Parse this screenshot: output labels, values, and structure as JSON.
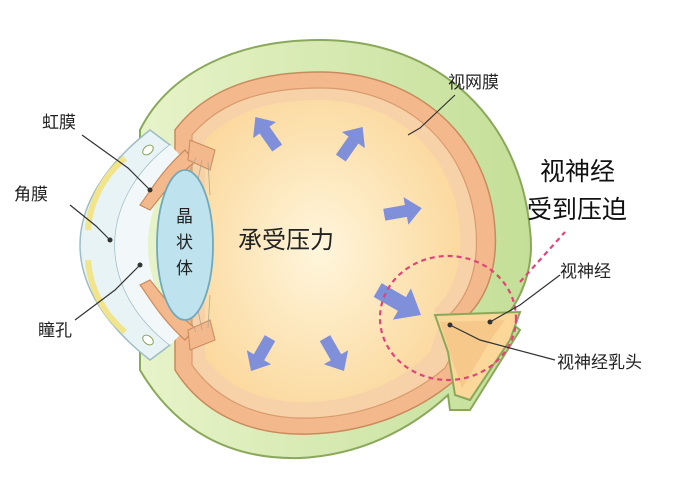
{
  "labels": {
    "iris": "虹膜",
    "cornea": "角膜",
    "pupil": "瞳孔",
    "lens": [
      "晶",
      "状",
      "体"
    ],
    "retina": "视网膜",
    "optic_nerve_compressed": [
      "视神经",
      "受到压迫"
    ],
    "optic_nerve": "视神经",
    "optic_disc": "视神经乳头",
    "pressure": "承受压力"
  },
  "colors": {
    "sclera": "#cfe6a6",
    "sclera_outline": "#8aa85a",
    "choroid": "#f3b98c",
    "retina_band": "#f7d2a8",
    "vitreous": "#fde3a8",
    "vitreous_center": "#fff5d8",
    "lens": "#bfe3ee",
    "cornea": "#e8f3f6",
    "arrow": "#7f8fd9",
    "highlight_circle": "#e0457a"
  }
}
